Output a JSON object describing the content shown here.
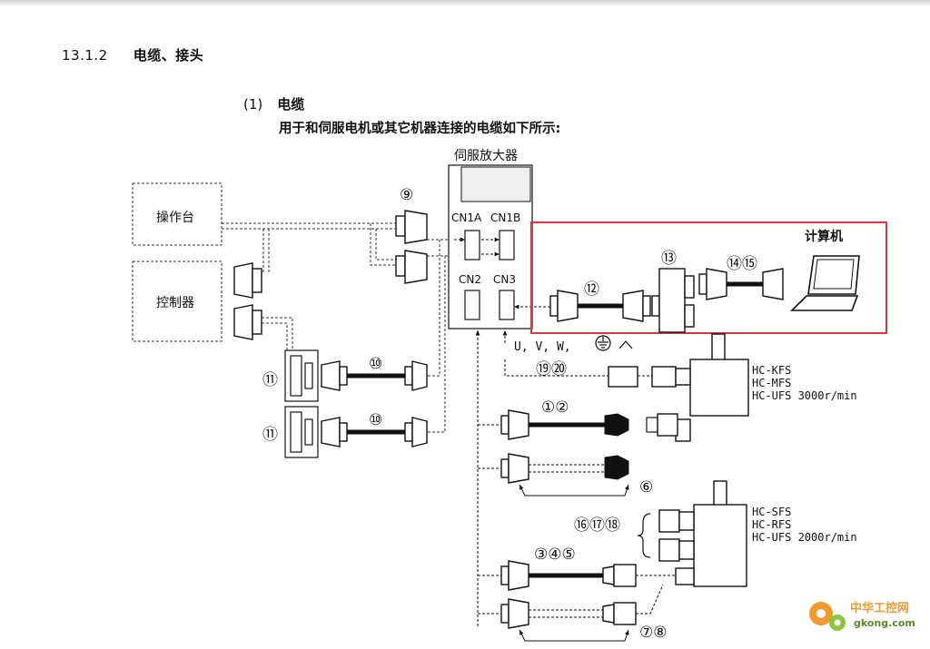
{
  "section": {
    "number": "13.1.2",
    "title": "电缆、接头"
  },
  "subsection": {
    "number": "(1)",
    "title": "电缆",
    "description": "用于和伺服电机或其它机器连接的电缆如下所示:"
  },
  "diagram": {
    "boxes": {
      "operation_panel": "操作台",
      "controller": "控制器",
      "servo_amplifier": "伺服放大器",
      "computer": "计算机"
    },
    "connectors": {
      "cn1a": "CN1A",
      "cn1b": "CN1B",
      "cn2": "CN2",
      "cn3": "CN3"
    },
    "motor_terminals": "U, V, W,",
    "cable_labels": {
      "c9": "⑨",
      "c10a": "⑩",
      "c10b": "⑩",
      "c11a": "⑪",
      "c11b": "⑪",
      "c12": "⑫",
      "c13": "⑬",
      "c14_15": "⑭⑮",
      "c19_20": "⑲⑳",
      "c1_2": "①②",
      "c6": "⑥",
      "c16_18": "⑯⑰⑱",
      "c3_5": "③④⑤",
      "c7_8": "⑦⑧"
    },
    "motors": {
      "group1": [
        "HC-KFS",
        "HC-MFS",
        "HC-UFS 3000r/min"
      ],
      "group2": [
        "HC-SFS",
        "HC-RFS",
        "HC-UFS 2000r/min"
      ]
    },
    "highlight_color": "#d9363e"
  },
  "watermark": {
    "chinese": "中华工控网",
    "url": "gkong.com"
  }
}
